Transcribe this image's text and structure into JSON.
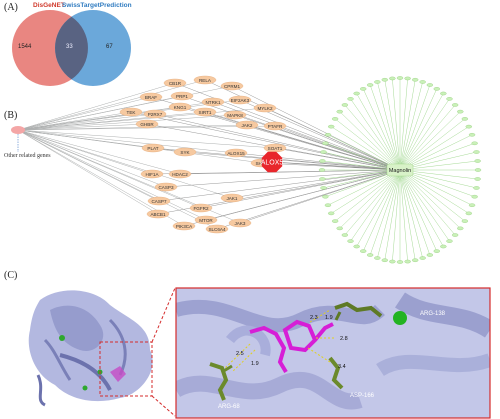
{
  "panels": {
    "a": {
      "label": "(A)",
      "left_title": "DisGeNET",
      "right_title": "SwissTargetPrediction",
      "left_only": "1544",
      "overlap": "33",
      "right_only": "67",
      "left_color": "#e8807a",
      "right_color": "#5b9fd6",
      "left_title_color": "#d0392b",
      "right_title_color": "#2f7bc0"
    },
    "b": {
      "label": "(B)",
      "other_genes_label": "Other related genes",
      "center_gene": "ALOX5",
      "compound": "Magnolin",
      "center_color": "#e8262b",
      "gene_node_color": "#f6c9a0",
      "target_node_color": "#c9f0b8",
      "genes": [
        "CB1R",
        "RELA",
        "CPRM1",
        "BRAF",
        "PRP1",
        "NTRK1",
        "EIF2AK3",
        "KNG1",
        "TEK",
        "P2RX7",
        "SIRT1",
        "MAPK8",
        "MYLK2",
        "GHBR",
        "JAK2",
        "PTAFR",
        "PLAT",
        "SYK",
        "HIF1A",
        "HDAC2",
        "ALOX15",
        "SOAT1",
        "CASP3",
        "SHBG",
        "CASP7",
        "FGFR2",
        "JAK1",
        "ABCB1",
        "MTOR",
        "JAK3",
        "PIK3CA",
        "SLC6A4"
      ]
    },
    "c": {
      "label": "(C)",
      "residues": [
        "ARG-138",
        "ASP-166",
        "ARG-68"
      ],
      "distances": [
        "2.3",
        "1.9",
        "2.8",
        "3.4",
        "2.5",
        "1.9"
      ],
      "ligand_color": "#d61ed6",
      "residue_color": "#6f8b2a",
      "protein_color": "#aab0dc"
    }
  }
}
